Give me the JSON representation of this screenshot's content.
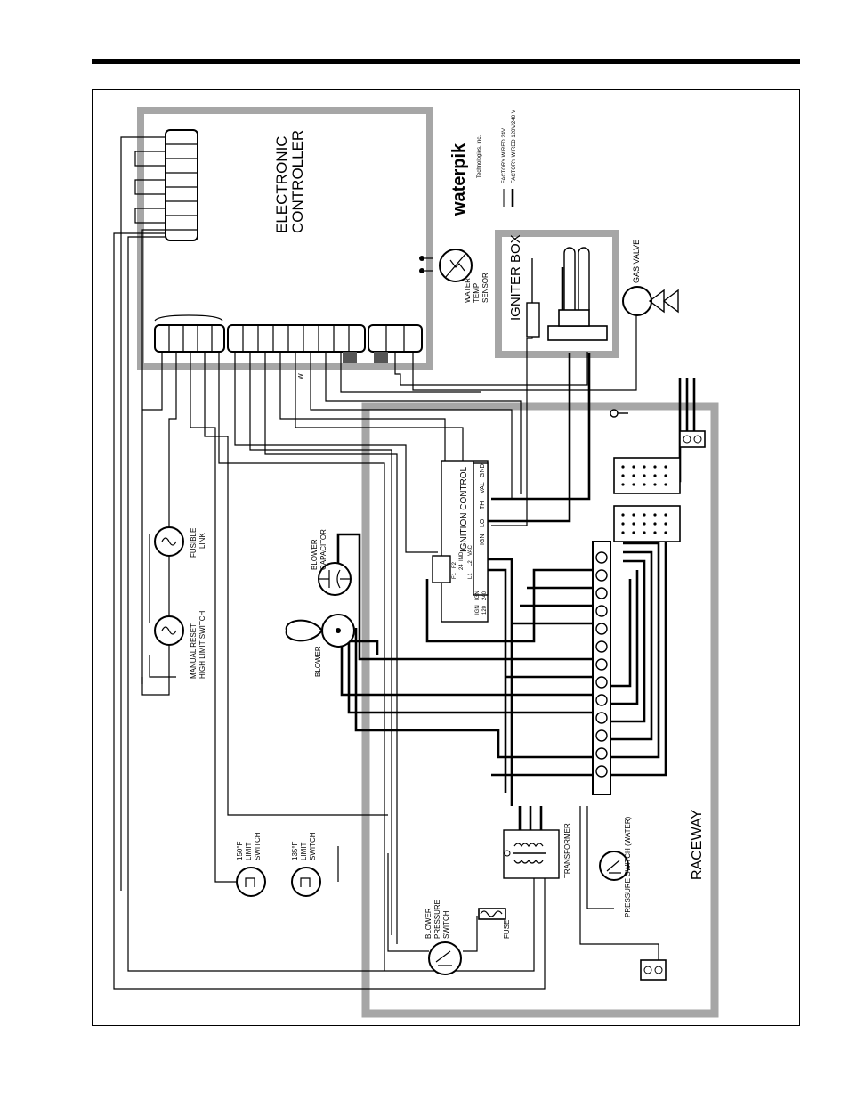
{
  "labels": {
    "electronic_controller": [
      "ELECTRONIC",
      "CONTROLLER"
    ],
    "igniter_box": "IGNITER BOX",
    "gas_valve": "GAS VALVE",
    "water_temp_sensor": [
      "WATER",
      "TEMP",
      "SENSOR"
    ],
    "ignition_control": "IGNITION CONTROL",
    "ignition_terminals": [
      "IGN",
      "LO",
      "TH",
      "VAL",
      "GND"
    ],
    "ignition_sub_terminals": [
      "24",
      "IND",
      "L1",
      "L2",
      "VAC",
      "F1",
      "F2",
      "IGN",
      "IGN",
      "120",
      "240"
    ],
    "raceway": "RACEWAY",
    "blower": "BLOWER",
    "blower_capacitor": [
      "BLOWER",
      "CAPACITOR"
    ],
    "fusible_link": [
      "FUSIBLE",
      "LINK"
    ],
    "manual_reset": [
      "MANUAL RESET",
      "HIGH LIMIT SWITCH"
    ],
    "limit_150": [
      "150°F",
      "LIMIT",
      "SWITCH"
    ],
    "limit_135": [
      "135°F",
      "LIMIT",
      "SWITCH"
    ],
    "blower_pressure": [
      "BLOWER",
      "PRESSURE",
      "SWITCH"
    ],
    "fuse": "FUSE",
    "transformer": "TRANSFORMER",
    "pressure_switch_water": "PRESSURE SWITCH (WATER)",
    "wire_w": "W"
  },
  "logo": {
    "brand": "waterpik",
    "sub": "Technologies, Inc."
  },
  "legend": {
    "items": [
      {
        "style": "thin",
        "label": "FACTORY WIRED 24V"
      },
      {
        "style": "thick",
        "label": "FACTORY WIRED 120V/240 V"
      }
    ]
  },
  "colors": {
    "enclosure_gray": "#a6a6a6",
    "ink": "#000000"
  }
}
